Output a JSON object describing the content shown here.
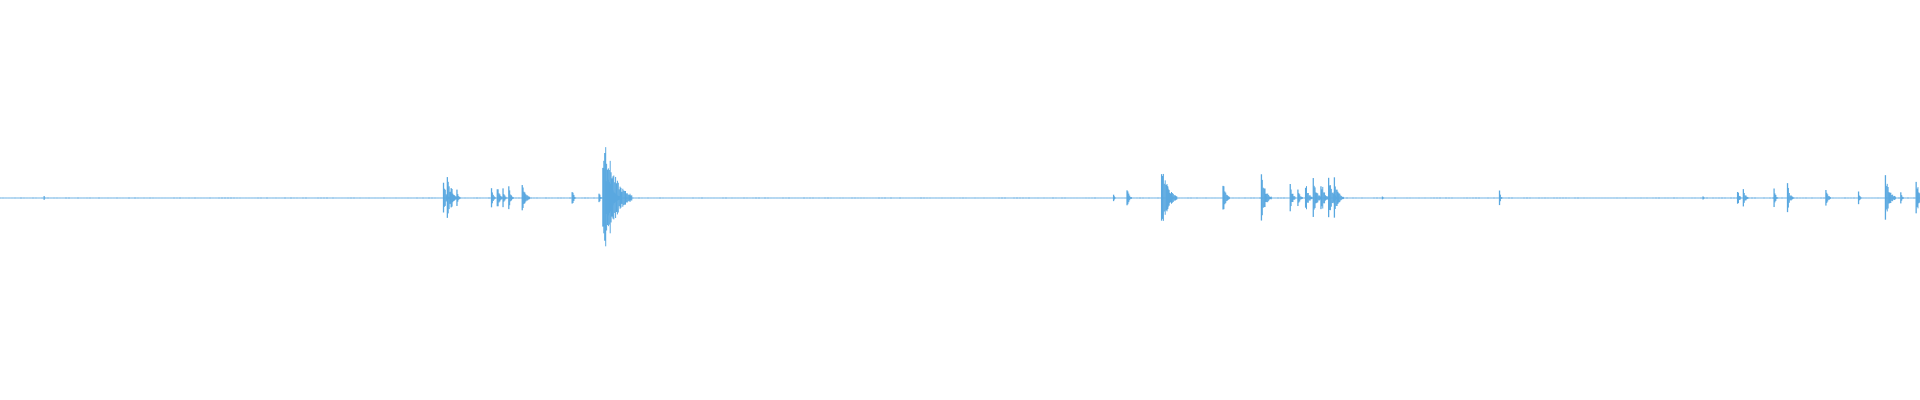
{
  "waveform": {
    "color": "#5aa8e0",
    "background": "#ffffff",
    "amplitude_range": [
      -1,
      1
    ],
    "baseline_amplitude": 0.005,
    "duration_fraction_range": [
      0,
      1
    ],
    "peaks": [
      {
        "t": 0.023,
        "amp": 0.02
      },
      {
        "t": 0.231,
        "amp": 0.14
      },
      {
        "t": 0.233,
        "amp": 0.18
      },
      {
        "t": 0.235,
        "amp": 0.12
      },
      {
        "t": 0.238,
        "amp": 0.08
      },
      {
        "t": 0.256,
        "amp": 0.09
      },
      {
        "t": 0.259,
        "amp": 0.11
      },
      {
        "t": 0.262,
        "amp": 0.08
      },
      {
        "t": 0.265,
        "amp": 0.1
      },
      {
        "t": 0.272,
        "amp": 0.15
      },
      {
        "t": 0.298,
        "amp": 0.08
      },
      {
        "t": 0.312,
        "amp": 0.06
      },
      {
        "t": 0.314,
        "amp": 0.34
      },
      {
        "t": 0.315,
        "amp": 0.52
      },
      {
        "t": 0.317,
        "amp": 0.22
      },
      {
        "t": 0.58,
        "amp": 0.04
      },
      {
        "t": 0.587,
        "amp": 0.1
      },
      {
        "t": 0.605,
        "amp": 0.3
      },
      {
        "t": 0.608,
        "amp": 0.14
      },
      {
        "t": 0.637,
        "amp": 0.14
      },
      {
        "t": 0.657,
        "amp": 0.2
      },
      {
        "t": 0.672,
        "amp": 0.12
      },
      {
        "t": 0.676,
        "amp": 0.1
      },
      {
        "t": 0.68,
        "amp": 0.14
      },
      {
        "t": 0.684,
        "amp": 0.16
      },
      {
        "t": 0.688,
        "amp": 0.16
      },
      {
        "t": 0.692,
        "amp": 0.18
      },
      {
        "t": 0.695,
        "amp": 0.18
      },
      {
        "t": 0.72,
        "amp": 0.02
      },
      {
        "t": 0.781,
        "amp": 0.06
      },
      {
        "t": 0.887,
        "amp": 0.02
      },
      {
        "t": 0.905,
        "amp": 0.08
      },
      {
        "t": 0.908,
        "amp": 0.1
      },
      {
        "t": 0.924,
        "amp": 0.08
      },
      {
        "t": 0.931,
        "amp": 0.12
      },
      {
        "t": 0.951,
        "amp": 0.1
      },
      {
        "t": 0.968,
        "amp": 0.06
      },
      {
        "t": 0.982,
        "amp": 0.2
      },
      {
        "t": 0.99,
        "amp": 0.06
      },
      {
        "t": 0.998,
        "amp": 0.16
      }
    ]
  }
}
